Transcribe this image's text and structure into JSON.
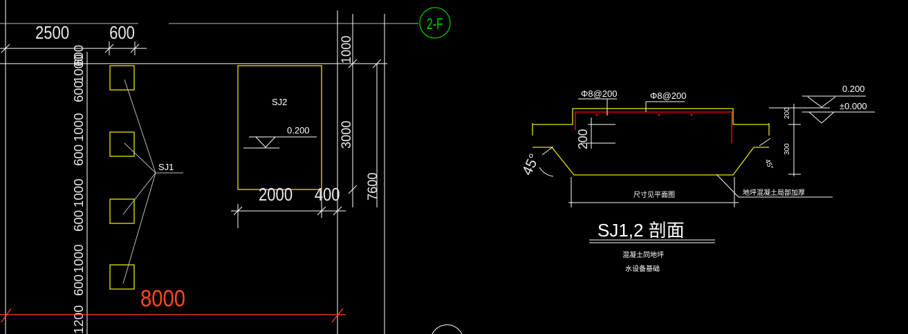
{
  "drawing": {
    "axis_label": "2-F",
    "plan": {
      "top_dims": [
        "2500",
        "600"
      ],
      "vertical_dims": [
        "1200",
        "600",
        "1000",
        "600",
        "1000",
        "600",
        "1000",
        "600",
        "1000",
        "600"
      ],
      "bottom_dim": "8000",
      "pit1_label": "SJ1",
      "pit2_label": "SJ2",
      "pit2_level": "0.200",
      "pit2_dims": [
        "2000",
        "400"
      ],
      "right_dims": [
        "1000",
        "3000",
        "7600"
      ]
    },
    "section": {
      "rebar_left": "Φ8@200",
      "rebar_right": "Φ8@200",
      "level_top": "0.200",
      "level_zero": "±0.000",
      "dim_200_left": "200",
      "dim_200_right": "200",
      "dim_300": "300",
      "angle_left": "45°",
      "angle_right": "45°",
      "size_note": "尺寸见平面图",
      "floor_note": "地坪混凝土局部加厚",
      "title": "SJ1,2 剖面",
      "subtitle_1": "混凝土同地坪",
      "subtitle_2": "水设备基础"
    }
  }
}
